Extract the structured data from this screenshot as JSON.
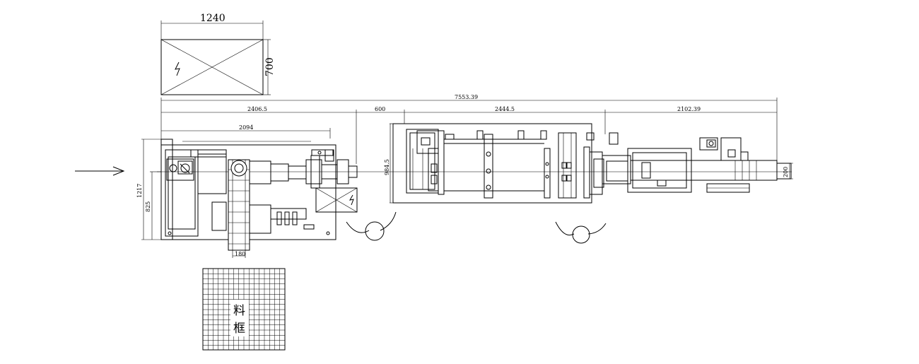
{
  "dimensions": {
    "cabinet_width": "1240",
    "cabinet_depth": "700",
    "overall_length": "7553.39",
    "section_1": "2406.5",
    "gap": "600",
    "section_2": "2444.5",
    "section_3": "2102.39",
    "unit_1_length": "2094",
    "unit_1_width": "1217",
    "unit_1_inner": "825",
    "section_2_width": "984.5",
    "conveyor_width": "180",
    "outfeed_width": "200"
  },
  "material_area": {
    "label_line1": "料",
    "label_line2": "框"
  },
  "icons": {
    "feed_direction": "arrow-right-icon",
    "electrical": "lightning-icon"
  }
}
